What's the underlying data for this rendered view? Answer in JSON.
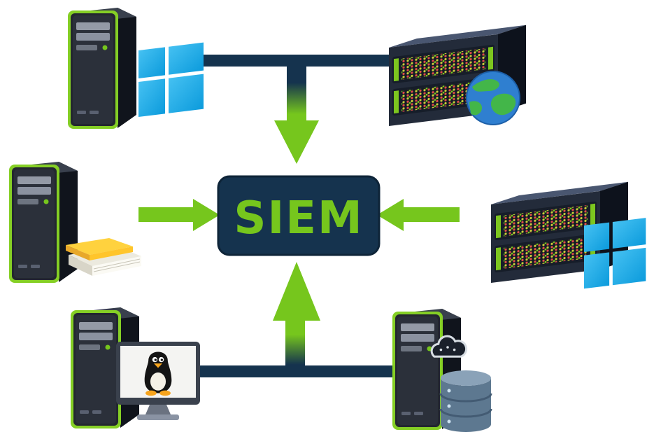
{
  "diagram": {
    "type": "siem-log-sources-architecture",
    "center": {
      "label": "SIEM",
      "bg_color": "#15334e",
      "label_color": "#76c61d"
    },
    "colors": {
      "connector_navy": "#15334e",
      "arrow_green": "#76c61d",
      "windows_blue": "#29abe2",
      "tower_trim_green": "#85cf25"
    },
    "nodes": [
      {
        "position": "top-left",
        "name": "windows-workstation",
        "icons": [
          "computer-tower",
          "windows-logo"
        ]
      },
      {
        "position": "top-right",
        "name": "web-server",
        "icons": [
          "server-rack",
          "globe"
        ]
      },
      {
        "position": "middle-left",
        "name": "log-files-workstation",
        "icons": [
          "computer-tower",
          "log-files"
        ]
      },
      {
        "position": "middle-right",
        "name": "windows-server",
        "icons": [
          "server-rack",
          "windows-logo"
        ]
      },
      {
        "position": "bottom-left",
        "name": "linux-workstation",
        "icons": [
          "computer-tower",
          "monitor",
          "tux-penguin"
        ]
      },
      {
        "position": "bottom-right",
        "name": "database-server",
        "icons": [
          "computer-tower",
          "cloud",
          "database"
        ]
      }
    ],
    "connections": [
      {
        "from": "top-left",
        "to": "center"
      },
      {
        "from": "top-right",
        "to": "center"
      },
      {
        "from": "middle-left",
        "to": "center"
      },
      {
        "from": "middle-right",
        "to": "center"
      },
      {
        "from": "bottom-left",
        "to": "center"
      },
      {
        "from": "bottom-right",
        "to": "center"
      }
    ]
  }
}
